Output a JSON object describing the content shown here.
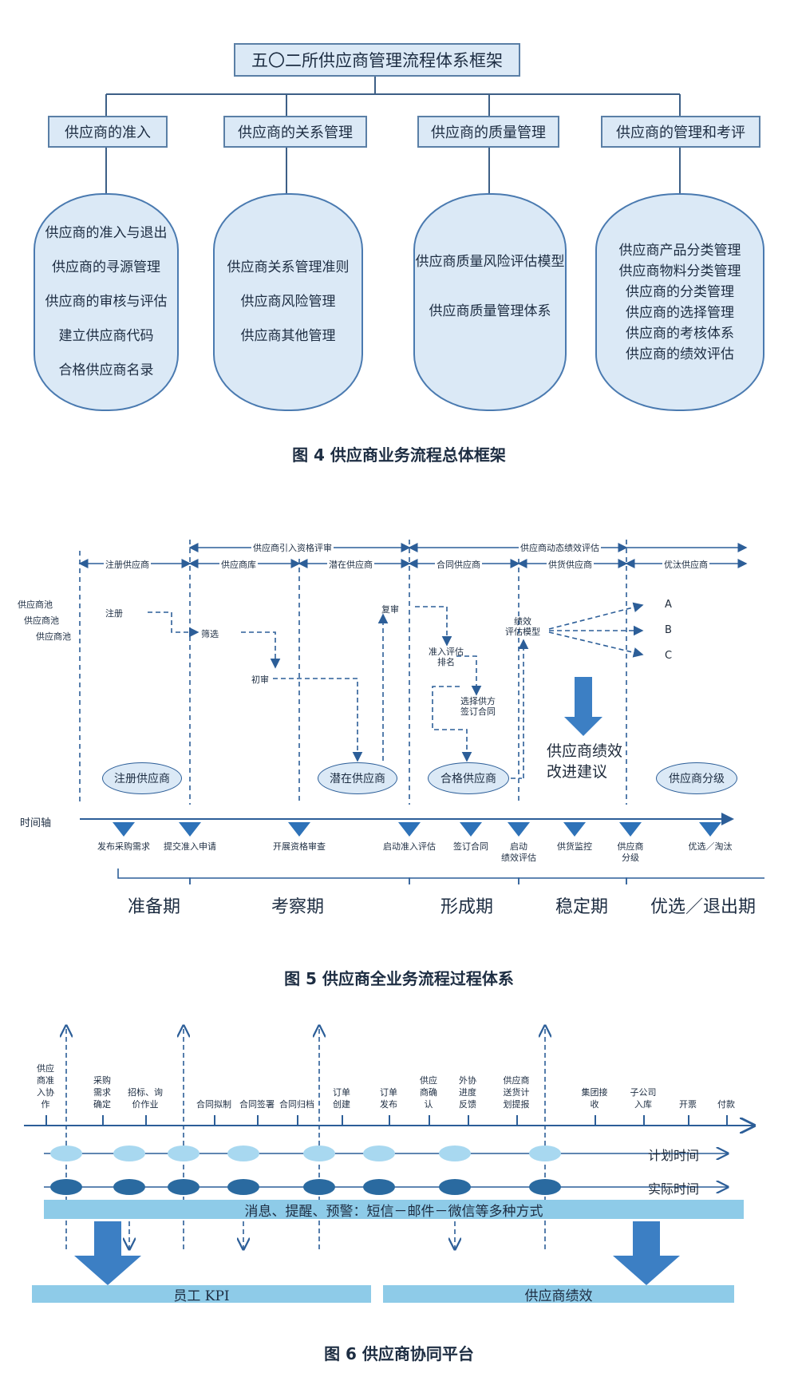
{
  "fig4": {
    "root": "五〇二所供应商管理流程体系框架",
    "categories": [
      {
        "label": "供应商的准入",
        "items": [
          "供应商的准入与退出",
          "供应商的寻源管理",
          "供应商的审核与评估",
          "建立供应商代码",
          "合格供应商名录"
        ]
      },
      {
        "label": "供应商的关系管理",
        "items": [
          "供应商关系管理准则",
          "供应商风险管理",
          "供应商其他管理"
        ]
      },
      {
        "label": "供应商的质量管理",
        "items": [
          "供应商质量风险评估模型",
          "供应商质量管理体系"
        ]
      },
      {
        "label": "供应商的管理和考评",
        "items": [
          "供应商产品分类管理",
          "供应商物料分类管理",
          "供应商的分类管理",
          "供应商的选择管理",
          "供应商的考核体系",
          "供应商的绩效评估"
        ]
      }
    ],
    "caption": "图 4  供应商业务流程总体框架"
  },
  "fig5": {
    "top_spans": [
      "供应商引入资格评审",
      "供应商动态绩效评估"
    ],
    "stage_spans": [
      "注册供应商",
      "供应商库",
      "潜在供应商",
      "合同供应商",
      "供货供应商",
      "优汰供应商"
    ],
    "pool_labels": [
      "供应商池",
      "供应商池",
      "供应商池"
    ],
    "flow_nodes": {
      "register": "注册",
      "screen": "筛选",
      "initial": "初审",
      "review": "复审",
      "rank": "准入评估\n排名",
      "select": "选择供方\n签订合同",
      "model": "绩效\n评估模型"
    },
    "grades": [
      "A",
      "B",
      "C"
    ],
    "suggestion": [
      "供应商绩效",
      "改进建议"
    ],
    "ellipses": [
      "注册供应商",
      "潜在供应商",
      "合格供应商",
      "供应商分级"
    ],
    "timeline_label": "时间轴",
    "milestones": [
      "发布采购需求",
      "提交准入申请",
      "开展资格审查",
      "启动准入评估",
      "签订合同",
      "启动\n绩效评估",
      "供货监控",
      "供应商\n分级",
      "优选／淘汰"
    ],
    "phases": [
      "准备期",
      "考察期",
      "形成期",
      "稳定期",
      "优选／退出期"
    ],
    "caption": "图 5  供应商全业务流程过程体系"
  },
  "fig6": {
    "steps": [
      "供应\n商准\n入协\n作",
      "采购\n需求\n确定",
      "招标、询\n价作业",
      "合同拟制",
      "合同签署",
      "合同归档",
      "订单\n创建",
      "订单\n发布",
      "供应\n商确\n认",
      "外协\n进度\n反馈",
      "供应商\n送货计\n划提报",
      "集团接\n收",
      "子公司\n入库",
      "开票",
      "付款"
    ],
    "plan_label": "计划时间",
    "actual_label": "实际时间",
    "banner": "消息、提醒、预警：短信－邮件－微信等多种方式",
    "kpi": "员工 KPI",
    "perf": "供应商绩效",
    "caption": "图 6  供应商协同平台"
  },
  "colors": {
    "box_fill": "#dbe9f6",
    "border": "#4a7ab0",
    "arrow": "#2c5e98",
    "banner": "#8ecbe8",
    "big_arrow": "#3c7fc4"
  }
}
